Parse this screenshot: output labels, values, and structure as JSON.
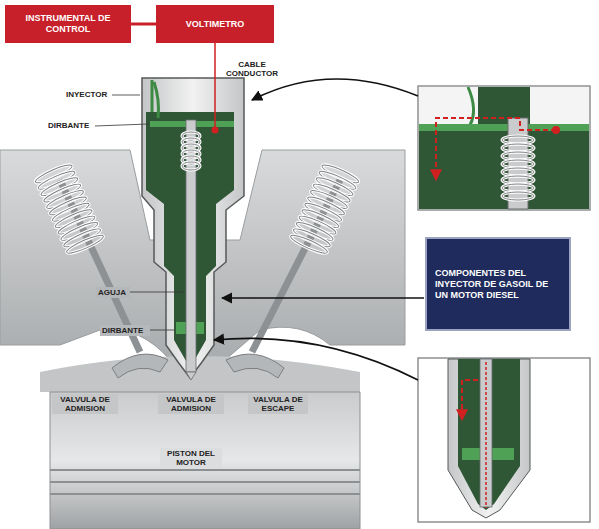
{
  "diagram": {
    "nodes": [
      {
        "text": [
          "INSTRUMENTAL DE CONTROL"
        ]
      },
      {
        "text": [
          "VOLTIMETRO"
        ]
      },
      {
        "text": [
          "COMPONENTES DEL INYECTOR DE GASOIL DE UN MOTOR DIESEL"
        ]
      }
    ],
    "edges": [
      {
        "from": 0,
        "to": 1,
        "arrow": "none"
      }
    ],
    "labels": [
      "CABLE CONDUCTOR",
      "INYECTOR",
      "DIRBANTE",
      "AGUJA",
      "DIRBANTE",
      "VALVULA DE ADMISION",
      "VALVULA DE ADMISION",
      "VALVULA DE ESCAPE",
      "PISTON DEL MOTOR"
    ]
  }
}
